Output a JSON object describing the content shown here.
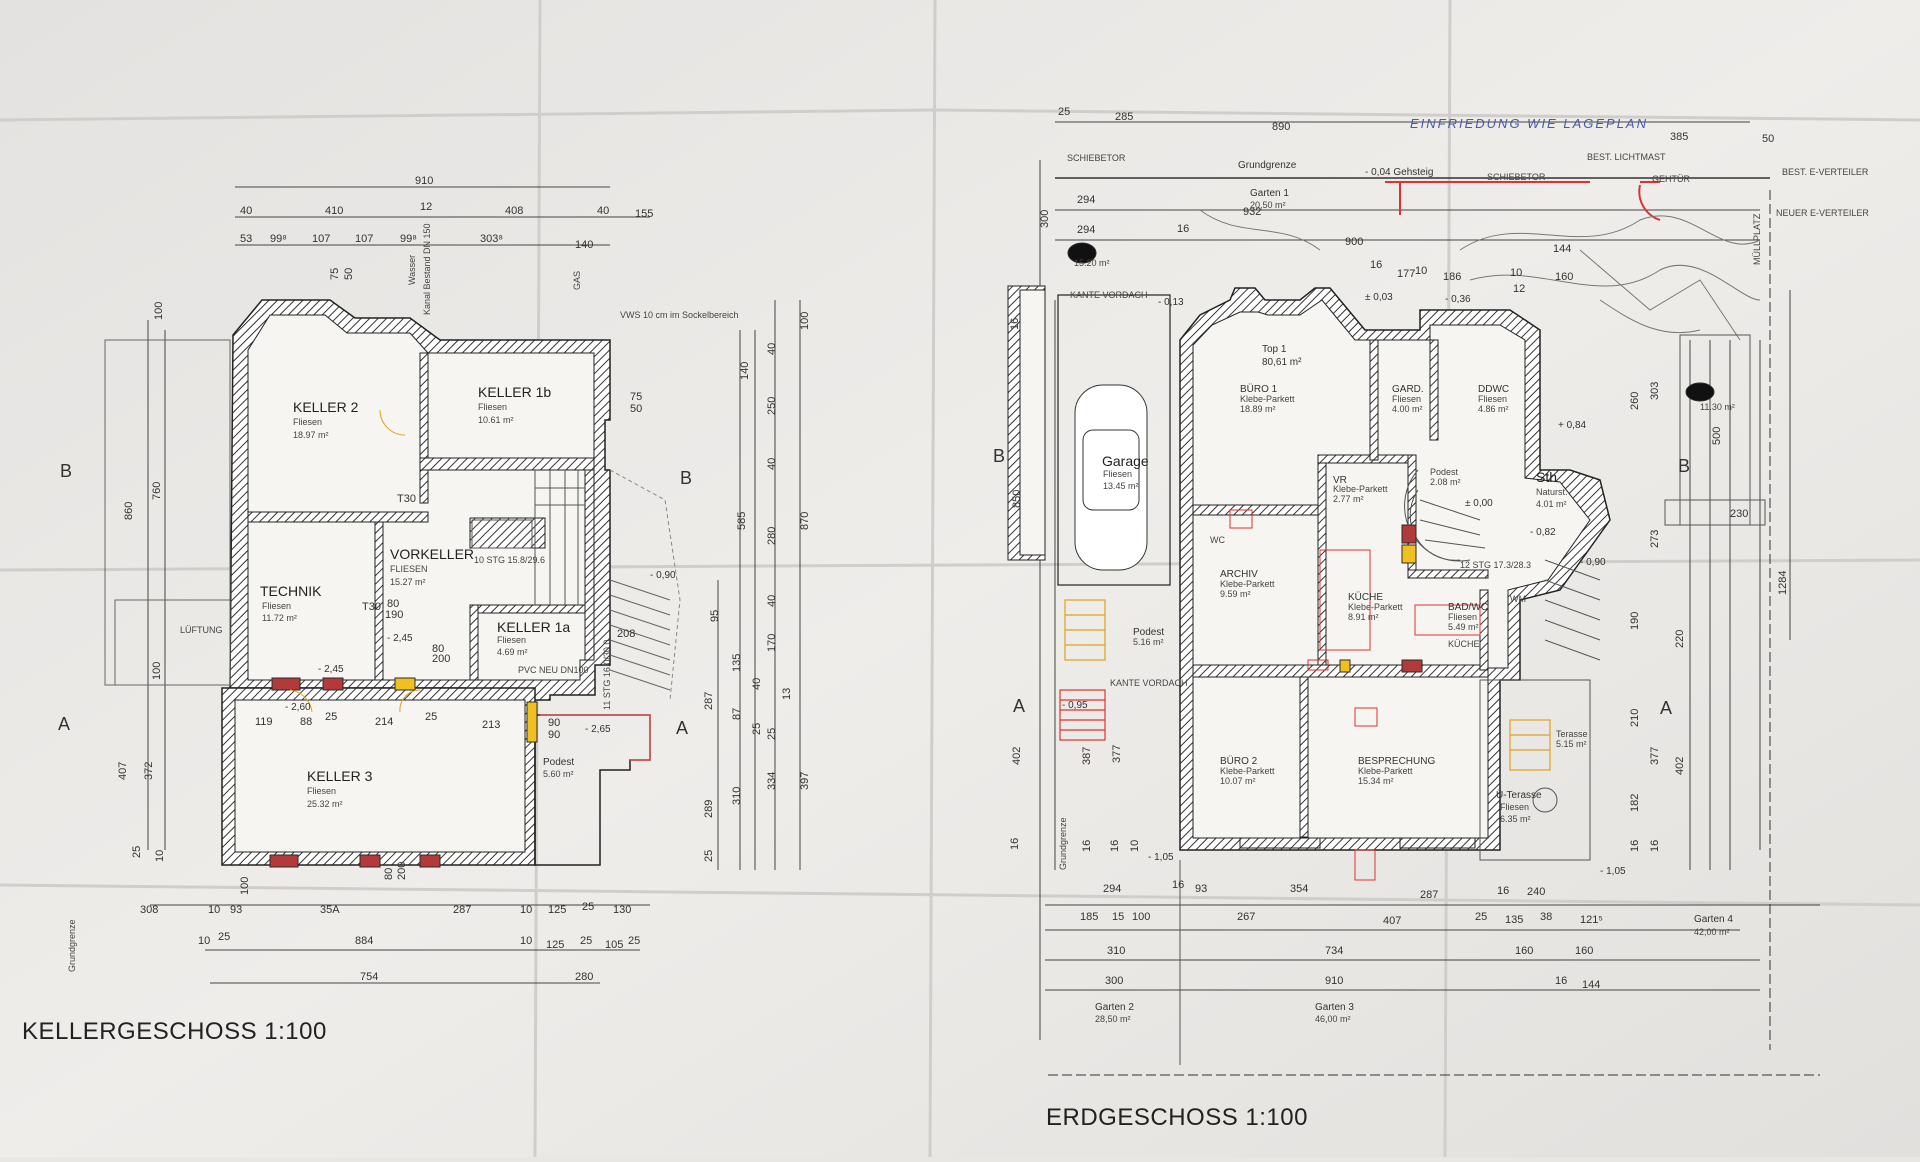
{
  "sheet_titles": {
    "basement": "KELLERGESCHOSS 1:100",
    "ground": "ERDGESCHOSS 1:100"
  },
  "basement": {
    "rooms": [
      {
        "name": "KELLER 2",
        "floor": "Fliesen",
        "area": "18.97 m²"
      },
      {
        "name": "KELLER 1b",
        "floor": "Fliesen",
        "area": "10.61 m²"
      },
      {
        "name": "TECHNIK",
        "floor": "Fliesen",
        "area": "11.72 m²"
      },
      {
        "name": "VORKELLER",
        "floor": "FLIESEN",
        "area": "15.27 m²"
      },
      {
        "name": "KELLER 1a",
        "floor": "Fliesen",
        "area": "4.69 m²"
      },
      {
        "name": "KELLER 3",
        "floor": "Fliesen",
        "area": "25.32 m²"
      },
      {
        "name": "Podest",
        "floor": "",
        "area": "5.60 m²"
      }
    ],
    "notes": {
      "vws": "VWS 10 cm im Sockelbereich",
      "lueftung": "LÜFTUNG",
      "stg": "10 STG 15.8/29.6",
      "stg2": "11 STG 16.0/30.0",
      "pvc": "PVC NEU DN100",
      "gas": "GAS",
      "wasser": "Wasser",
      "kanal": "Kanal Bestand DN 150",
      "grundgrenze": "Grundgrenze"
    },
    "levels": [
      "- 2,45",
      "- 2,45",
      "- 2,60",
      "- 2,65",
      "- 0,90"
    ],
    "dims_top": [
      "910",
      "40",
      "410",
      "12",
      "408",
      "40",
      "155",
      "53",
      "99⁸",
      "107",
      "107",
      "99⁸",
      "303⁸",
      "140"
    ],
    "dims_bottom": [
      "308",
      "10",
      "93",
      "35A",
      "287",
      "10",
      "125",
      "25",
      "130",
      "10",
      "25",
      "884",
      "10",
      "125",
      "25",
      "105",
      "25",
      "754",
      "280"
    ],
    "dims_left": [
      "100",
      "860",
      "760",
      "100",
      "407",
      "372",
      "25",
      "10"
    ],
    "dims_right": [
      "100",
      "140",
      "40",
      "250",
      "585",
      "40",
      "280",
      "870",
      "95",
      "40",
      "135",
      "170",
      "40",
      "287",
      "25",
      "87",
      "25",
      "13",
      "334",
      "397",
      "289",
      "310",
      "25"
    ],
    "dims_inner": [
      "119",
      "88",
      "25",
      "214",
      "25",
      "213",
      "90",
      "75",
      "50",
      "75",
      "50",
      "100",
      "80",
      "190",
      "80",
      "200",
      "80",
      "200",
      "90",
      "208",
      "T30",
      "T30"
    ],
    "section_labels": [
      "B",
      "B",
      "A",
      "A"
    ]
  },
  "ground": {
    "rooms": [
      {
        "name": "Top 1",
        "floor": "",
        "area": "80,61 m²"
      },
      {
        "name": "BÜRO 1",
        "floor": "Klebe-Parkett",
        "area": "18.89 m²"
      },
      {
        "name": "GARD.",
        "floor": "Fliesen",
        "area": "4.00 m²"
      },
      {
        "name": "DDWC",
        "floor": "Fliesen",
        "area": "4.86 m²"
      },
      {
        "name": "Garage",
        "floor": "Fliesen",
        "area": "13.45 m²"
      },
      {
        "name": "VR",
        "floor": "Klebe-Parkett",
        "area": "2.77 m²"
      },
      {
        "name": "Podest",
        "floor": "",
        "area": "2.08 m²"
      },
      {
        "name": "Sth",
        "floor": "Naturst.",
        "area": "4.01 m²"
      },
      {
        "name": "ARCHIV",
        "floor": "Klebe-Parkett",
        "area": "9.59 m²"
      },
      {
        "name": "KÜCHE",
        "floor": "Klebe-Parkett",
        "area": "8.91 m²"
      },
      {
        "name": "BAD/WC",
        "floor": "Fliesen",
        "area": "5.49 m²"
      },
      {
        "name": "Podest",
        "floor": "",
        "area": "5.16 m²"
      },
      {
        "name": "BÜRO 2",
        "floor": "Klebe-Parkett",
        "area": "10.07 m²"
      },
      {
        "name": "BESPRECHUNG",
        "floor": "Klebe-Parkett",
        "area": "15.34 m²"
      },
      {
        "name": "Terasse",
        "floor": "",
        "area": "5.15 m²"
      },
      {
        "name": "Ü-Terasse",
        "floor": "Fliesen",
        "area": "6.35 m²"
      },
      {
        "name": "Garten 1",
        "floor": "",
        "area": "20,50 m²"
      },
      {
        "name": "Garten 2",
        "floor": "",
        "area": "28,50 m²"
      },
      {
        "name": "Garten 3",
        "floor": "",
        "area": "46,00 m²"
      },
      {
        "name": "Garten 4",
        "floor": "",
        "area": "42,00 m²"
      }
    ],
    "notes": {
      "handwritten": "EINFRIEDUNG WIE LAGEPLAN",
      "schiebetor1": "SCHIEBETOR",
      "schiebetor2": "SCHIEBETOR",
      "grundgrenze": "Grundgrenze",
      "gehsteig": "- 0,04 Gehsteig",
      "lichtmast": "BEST. LICHTMAST",
      "gehtuer": "GEHTÜR",
      "e_verteiler_best": "BEST. E-VERTEILER",
      "e_verteiler_neu": "NEUER E-VERTEILER",
      "muellplatz": "MÜLLPLATZ",
      "kante_vordach1": "KANTE VORDACH",
      "kante_vordach2": "KANTE VORDACH",
      "area_left": "15.20 m²",
      "area_right": "11.30 m²",
      "stg": "12 STG 17.3/28.3",
      "wc": "WC",
      "wm": "WM",
      "kueche_label": "KÜCHE",
      "grundgrenze_side": "Grundgrenze"
    },
    "levels": [
      "- 0,13",
      "± 0,03",
      "- 0,36",
      "+ 0,84",
      "± 0,00",
      "- 0,82",
      "- 0,90",
      "- 0,95",
      "- 1,05",
      "- 1,05"
    ],
    "dims_top": [
      "25",
      "285",
      "890",
      "385",
      "50",
      "300",
      "294",
      "932",
      "294",
      "16",
      "900",
      "16",
      "177",
      "10",
      "186",
      "10",
      "144",
      "12",
      "160"
    ],
    "dims_bottom": [
      "294",
      "16",
      "93",
      "354",
      "287",
      "16",
      "240",
      "185",
      "15",
      "100",
      "267",
      "407",
      "25",
      "135",
      "38",
      "121⁵",
      "310",
      "734",
      "160",
      "160",
      "300",
      "910",
      "16",
      "144"
    ],
    "dims_left": [
      "16",
      "850",
      "402",
      "16",
      "387",
      "377",
      "16",
      "16",
      "10"
    ],
    "dims_right": [
      "500",
      "1284",
      "260",
      "303",
      "273",
      "220",
      "190",
      "210",
      "182",
      "377",
      "402",
      "16",
      "16",
      "230"
    ],
    "section_labels": [
      "B",
      "B",
      "A",
      "A"
    ]
  }
}
